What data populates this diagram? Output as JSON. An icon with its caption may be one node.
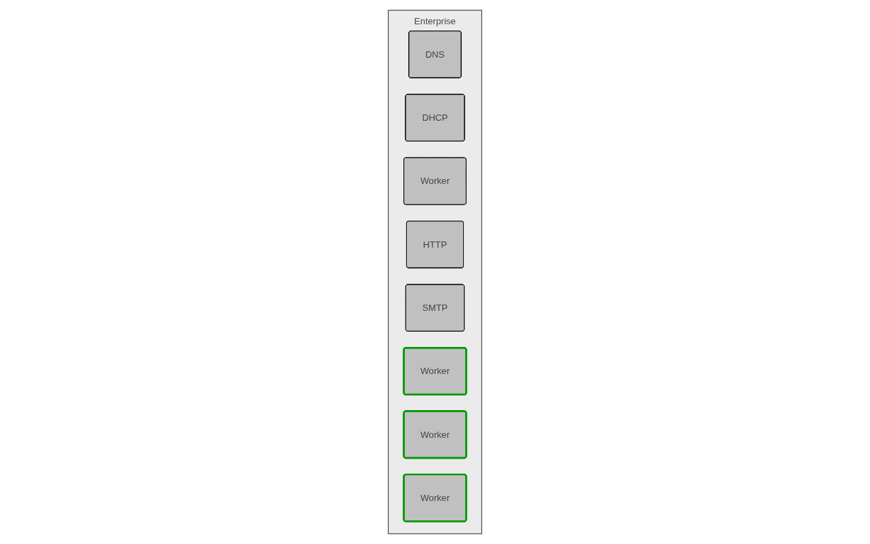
{
  "diagram": {
    "nodes": [
      {
        "text": [
          "Enterprise"
        ]
      },
      {
        "text": [
          "DNS"
        ],
        "in": 0
      },
      {
        "text": [
          "DHCP"
        ],
        "in": 0
      },
      {
        "text": [
          "Worker"
        ],
        "in": 0
      },
      {
        "text": [
          "HTTP"
        ],
        "in": 0
      },
      {
        "text": [
          "SMTP"
        ],
        "in": 0
      },
      {
        "text": [
          "Worker"
        ],
        "in": 0
      },
      {
        "text": [
          "Worker"
        ],
        "in": 0
      },
      {
        "text": [
          "Worker"
        ],
        "in": 0
      }
    ]
  }
}
